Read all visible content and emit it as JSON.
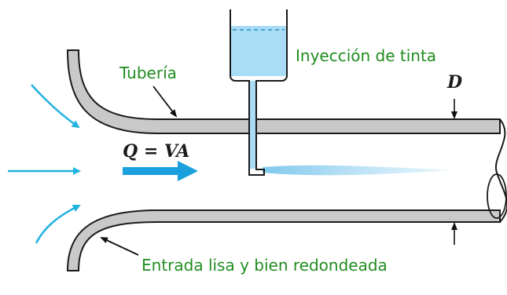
{
  "labels": {
    "pipe": "Tubería",
    "dye_injection": "Inyección de tinta",
    "diameter": "D",
    "flow": "Q = VA",
    "entrance": "Entrada lisa y bien redondeada"
  },
  "colors": {
    "pipe_fill": "#c9c9c9",
    "pipe_stroke": "#1a1a1a",
    "arrow_blue": "#23b3e0",
    "flow_arrow": "#1aa0dc",
    "dye_water": "#a9dcf5",
    "label_green": "#1f8c1f"
  }
}
